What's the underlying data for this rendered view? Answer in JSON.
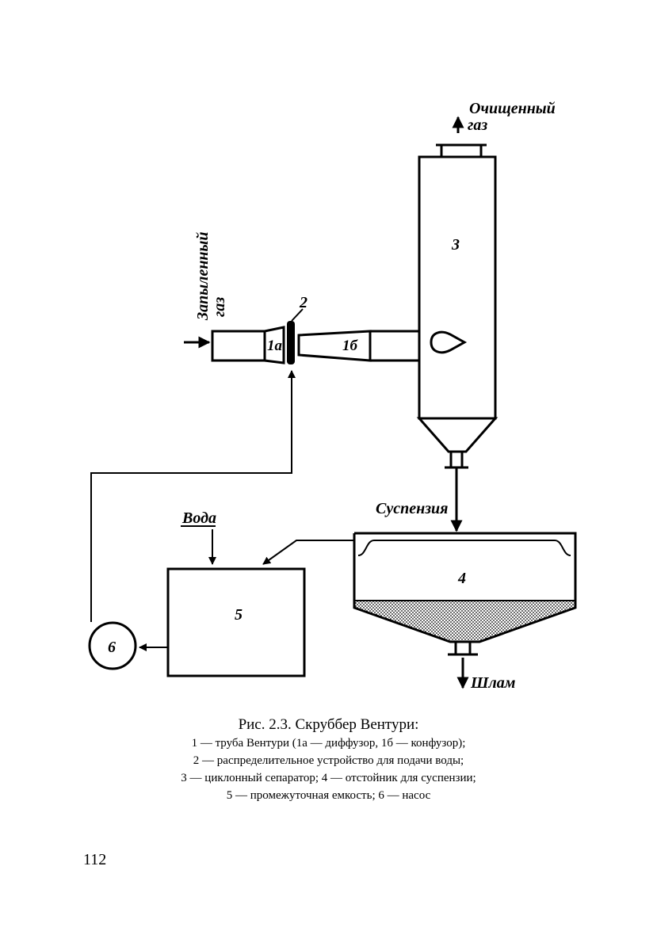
{
  "labels": {
    "clean_gas_1": "Очищенный",
    "clean_gas_2": "газ",
    "dusty_gas_1": "Запыленный",
    "dusty_gas_2": "газ",
    "water": "Вода",
    "suspension": "Суспензия",
    "sludge": "Шлам"
  },
  "numbers": {
    "n1a": "1а",
    "n1b": "1б",
    "n2": "2",
    "n3": "3",
    "n4": "4",
    "n5": "5",
    "n6": "6"
  },
  "caption": {
    "title": "Рис. 2.3. Скруббер Вентури:",
    "lines": [
      "1 — труба Вентури (1а — диффузор, 1б — конфузор);",
      "2 — распределительное устройство для подачи воды;",
      "3 — циклонный сепаратор; 4 — отстойник для суспензии;",
      "5 — промежуточная емкость; 6 — насос"
    ]
  },
  "page_number": "112"
}
